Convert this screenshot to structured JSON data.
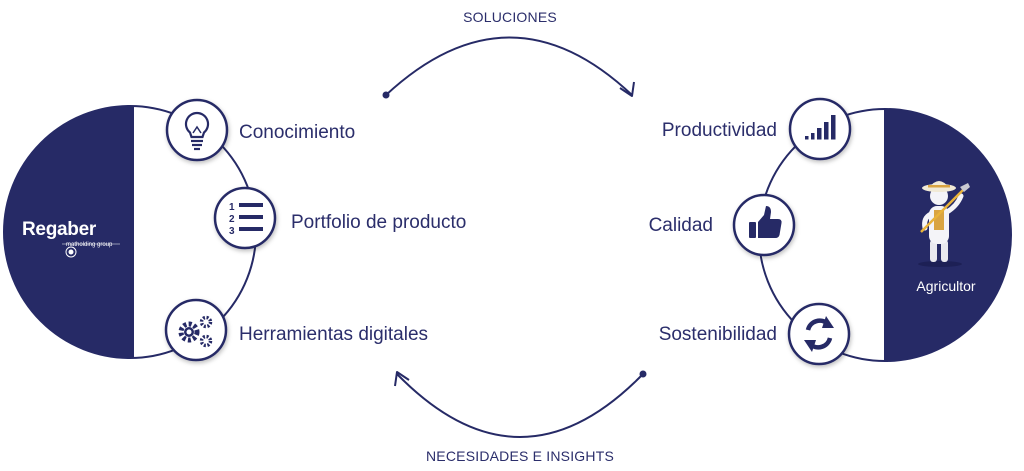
{
  "flow": {
    "top_label": "SOLUCIONES",
    "bottom_label": "NECESIDADES E INSIGHTS"
  },
  "left_entity": {
    "logo_name": "Regaber",
    "logo_sub": "matholding group",
    "items": [
      {
        "label": "Conocimiento",
        "icon": "lightbulb-icon"
      },
      {
        "label": "Portfolio de producto",
        "icon": "numbered-list-icon"
      },
      {
        "label": "Herramientas digitales",
        "icon": "gears-icon"
      }
    ]
  },
  "right_entity": {
    "name": "Agricultor",
    "figure": "farmer-figure",
    "items": [
      {
        "label": "Productividad",
        "icon": "bar-chart-icon"
      },
      {
        "label": "Calidad",
        "icon": "thumbs-up-icon"
      },
      {
        "label": "Sostenibilidad",
        "icon": "refresh-icon"
      }
    ]
  },
  "colors": {
    "navy": "#262a66",
    "text": "#2b2e6b",
    "white": "#ffffff"
  }
}
